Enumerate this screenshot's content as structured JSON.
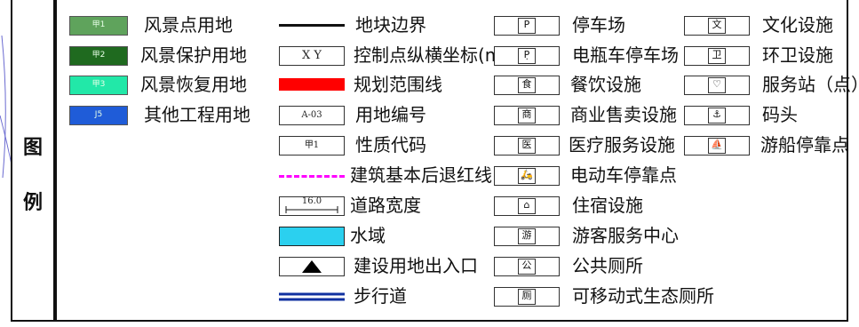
{
  "legend_title": [
    "图",
    "例"
  ],
  "colors": {
    "scenic_spot": "#5fa35c",
    "scenic_protect": "#1f6a1f",
    "scenic_restore": "#22e8a8",
    "other_eng": "#1f5cd8",
    "plan_boundary": "#ff0000",
    "setback": "#ff00ff",
    "water": "#2bd0ef",
    "walkway": "#1030a0"
  },
  "col1": [
    {
      "code": "甲1",
      "label": "风景点用地"
    },
    {
      "code": "甲2",
      "label": "风景保护用地"
    },
    {
      "code": "甲3",
      "label": "风景恢复用地"
    },
    {
      "code": "J5",
      "label": "其他工程用地"
    }
  ],
  "col2": {
    "parcel_boundary": "地块边界",
    "coord_symbol": "X  Y",
    "coord": "控制点纵横坐标(m)",
    "planning_boundary": "规划范围线",
    "parcel_code_sample": "A-03",
    "parcel_code": "用地编号",
    "nature_code_sample": "甲1",
    "nature_code": "性质代码",
    "setback": "建筑基本后退红线",
    "road_width_sample": "16.0",
    "road_width": "道路宽度",
    "water": "水域",
    "entrance": "建设用地出入口",
    "walkway": "步行道"
  },
  "col3": [
    {
      "icon": "P",
      "label": "停车场"
    },
    {
      "icon": "P̣",
      "label": "电瓶车停车场"
    },
    {
      "icon": "食",
      "label": "餐饮设施"
    },
    {
      "icon": "商",
      "label": "商业售卖设施"
    },
    {
      "icon": "医",
      "label": "医疗服务设施"
    },
    {
      "icon": "🛵",
      "label": "电动车停靠点"
    },
    {
      "icon": "⌂",
      "label": "住宿设施"
    },
    {
      "icon": "游",
      "label": "游客服务中心"
    },
    {
      "icon": "公",
      "label": "公共厕所"
    },
    {
      "icon": "厕",
      "label": "可移动式生态厕所"
    }
  ],
  "col4": [
    {
      "icon": "文",
      "label": "文化设施"
    },
    {
      "icon": "卫",
      "label": "环卫设施"
    },
    {
      "icon": "♡",
      "label": "服务站（点）"
    },
    {
      "icon": "⚓",
      "label": "码头"
    },
    {
      "icon": "⛵",
      "label": "游船停靠点"
    }
  ]
}
